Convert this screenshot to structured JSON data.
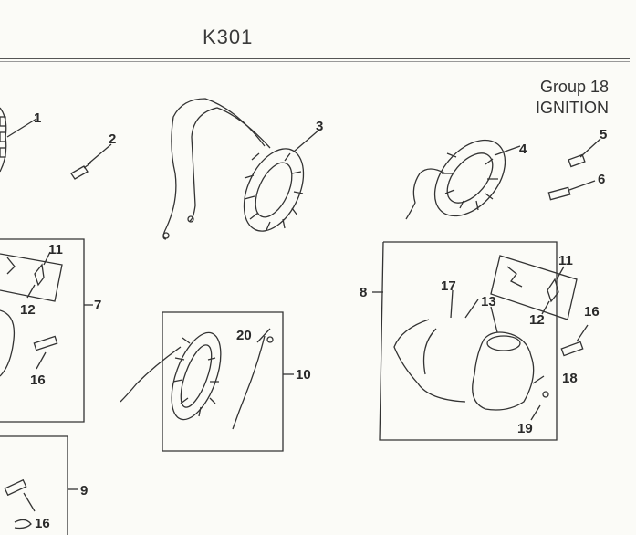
{
  "header": {
    "model": "K301"
  },
  "group": {
    "number_label": "Group 18",
    "name": "IGNITION"
  },
  "callouts": {
    "c1": "1",
    "c2": "2",
    "c3": "3",
    "c4": "4",
    "c5": "5",
    "c6": "6",
    "c7": "7",
    "c8": "8",
    "c9": "9",
    "c10": "10",
    "c11_left": "11",
    "c12_left": "12",
    "c16_left": "16",
    "c20": "20",
    "c11_right": "11",
    "c12_right": "12",
    "c13": "13",
    "c16_right": "16",
    "c17": "17",
    "c18": "18",
    "c19": "19",
    "c16_bottom": "16"
  }
}
